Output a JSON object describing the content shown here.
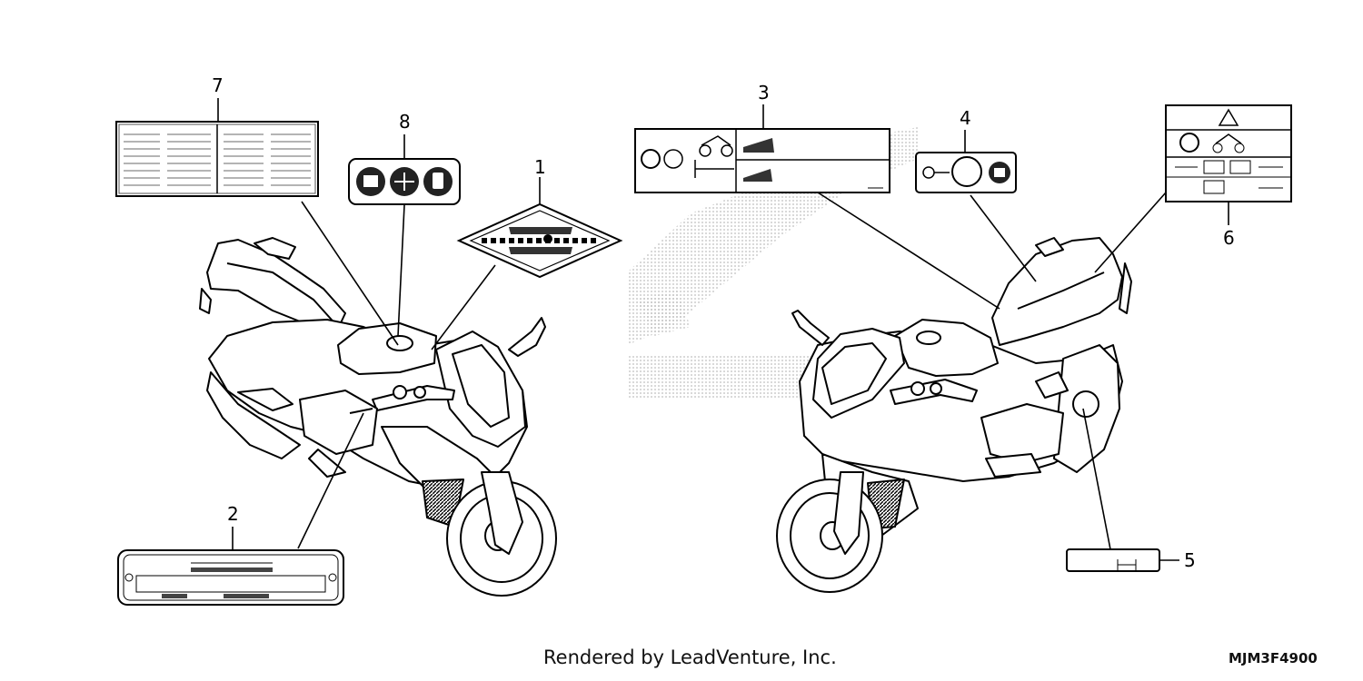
{
  "callouts": [
    "1",
    "2",
    "3",
    "4",
    "5",
    "6",
    "7",
    "8"
  ],
  "credit": "Rendered by LeadVenture, Inc.",
  "diagram_id": "MJM3F4900",
  "colors": {
    "line": "#000000",
    "fill": "#ffffff",
    "watermark": "#c8c8c8"
  }
}
